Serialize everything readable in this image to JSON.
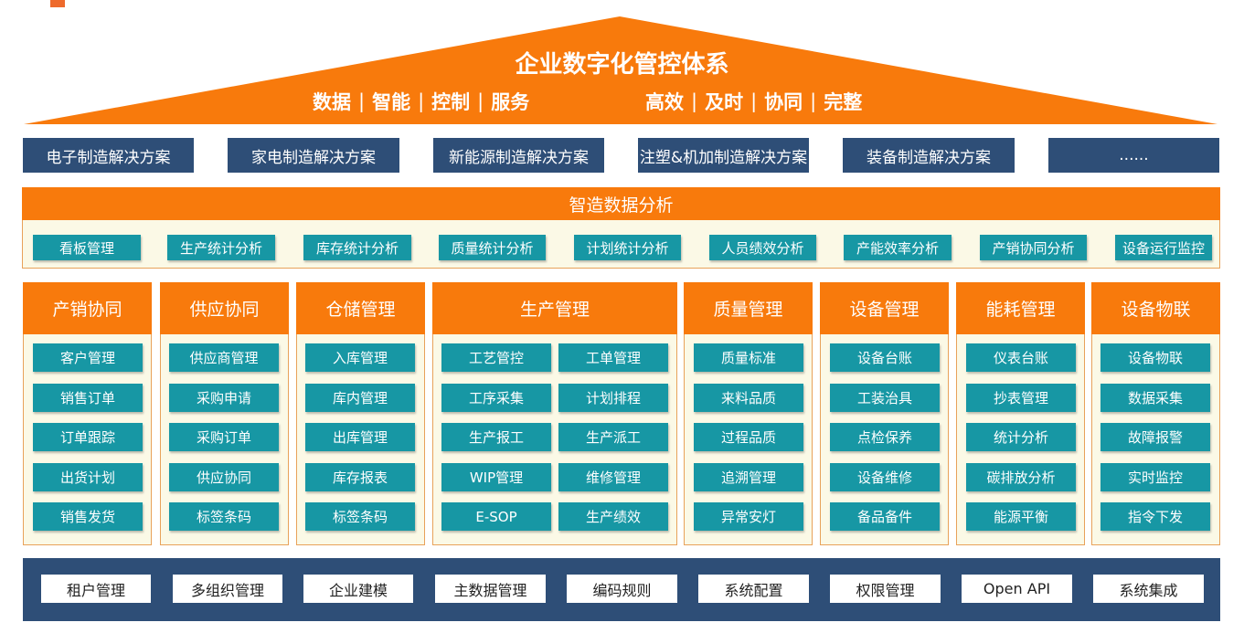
{
  "header": {
    "title": "企业数字化管控体系",
    "tags_left": [
      "数据",
      "智能",
      "控制",
      "服务"
    ],
    "tags_right": [
      "高效",
      "及时",
      "协同",
      "完整"
    ],
    "separator": "|"
  },
  "solutions": [
    "电子制造解决方案",
    "家电制造解决方案",
    "新能源制造解决方案",
    "注塑&机加制造解决方案",
    "装备制造解决方案",
    "......"
  ],
  "analysis": {
    "title": "智造数据分析",
    "items": [
      "看板管理",
      "生产统计分析",
      "库存统计分析",
      "质量统计分析",
      "计划统计分析",
      "人员绩效分析",
      "产能效率分析",
      "产销协同分析",
      "设备运行监控"
    ]
  },
  "modules": [
    {
      "title": "产销协同",
      "items": [
        "客户管理",
        "销售订单",
        "订单跟踪",
        "出货计划",
        "销售发货"
      ]
    },
    {
      "title": "供应协同",
      "items": [
        "供应商管理",
        "采购申请",
        "采购订单",
        "供应协同",
        "标签条码"
      ]
    },
    {
      "title": "仓储管理",
      "items": [
        "入库管理",
        "库内管理",
        "出库管理",
        "库存报表",
        "标签条码"
      ]
    },
    {
      "title": "生产管理",
      "items": [
        "工艺管控",
        "工单管理",
        "工序采集",
        "计划排程",
        "生产报工",
        "生产派工",
        "WIP管理",
        "维修管理",
        "E-SOP",
        "生产绩效"
      ]
    },
    {
      "title": "质量管理",
      "items": [
        "质量标准",
        "来料品质",
        "过程品质",
        "追溯管理",
        "异常安灯"
      ]
    },
    {
      "title": "设备管理",
      "items": [
        "设备台账",
        "工装治具",
        "点检保养",
        "设备维修",
        "备品备件"
      ]
    },
    {
      "title": "能耗管理",
      "items": [
        "仪表台账",
        "抄表管理",
        "统计分析",
        "碳排放分析",
        "能源平衡"
      ]
    },
    {
      "title": "设备物联",
      "items": [
        "设备物联",
        "数据采集",
        "故障报警",
        "实时监控",
        "指令下发"
      ]
    }
  ],
  "platform": [
    "租户管理",
    "多组织管理",
    "企业建模",
    "主数据管理",
    "编码规则",
    "系统配置",
    "权限管理",
    "Open API",
    "系统集成"
  ],
  "colors": {
    "orange": "#f87a0c",
    "navy": "#2e4e77",
    "teal": "#1797a4",
    "cream": "#fbf9e6"
  }
}
